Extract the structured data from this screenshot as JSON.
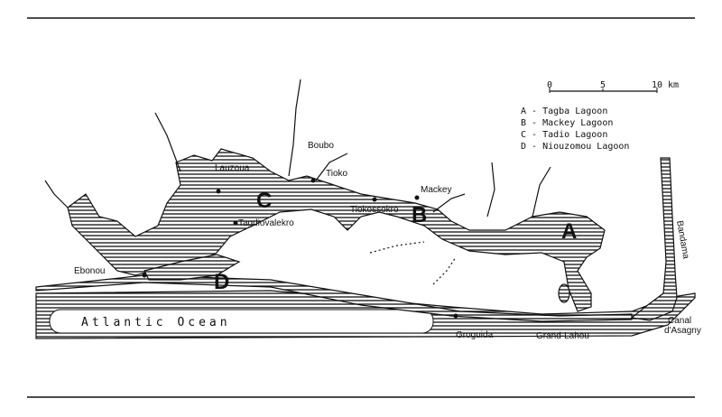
{
  "map": {
    "scale": {
      "ticks": [
        "0",
        "5",
        "10"
      ],
      "unit": "km"
    },
    "legend": [
      {
        "key": "A",
        "name": "Tagba Lagoon"
      },
      {
        "key": "B",
        "name": "Mackey Lagoon"
      },
      {
        "key": "C",
        "name": "Tadio Lagoon"
      },
      {
        "key": "D",
        "name": "Niouzomou Lagoon"
      }
    ],
    "lagoon_letters": {
      "A": "A",
      "B": "B",
      "C": "C",
      "D": "D"
    },
    "places": {
      "boubo": "Boubo",
      "lauzoua": "Lauzoua",
      "tioko": "Tioko",
      "mackey": "Mackey",
      "tiokossokro": "Tiokossokro",
      "tagdiovalekro": "Tagdiovalekro",
      "ebonou": "Ebonou",
      "groguida": "Groguida",
      "grand_lahou": "Grand-Lahou",
      "canal_line1": "Canal",
      "canal_line2": "d'Asagny",
      "bandama": "Bandama"
    },
    "ocean_label": "Atlantic Ocean",
    "colors": {
      "ink": "#111111",
      "paper": "#ffffff"
    }
  }
}
